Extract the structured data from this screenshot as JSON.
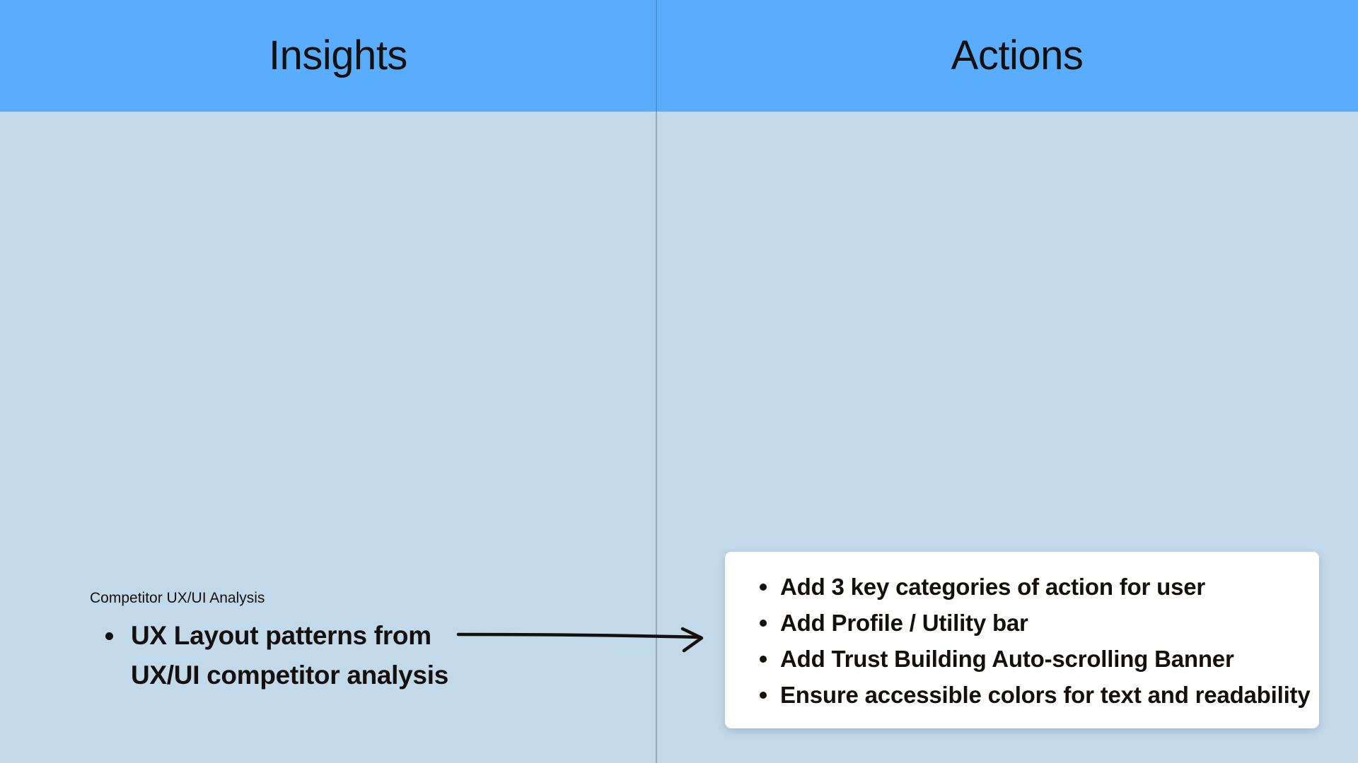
{
  "header": {
    "left_title": "Insights",
    "right_title": "Actions"
  },
  "colors": {
    "header_bg": "#5aacfd",
    "board_bg": "#c1d9e9",
    "divider": "#8fa9bd",
    "card_bg": "#ffffff",
    "text": "#15100d"
  },
  "insights": {
    "label": "Competitor UX/UI Analysis",
    "items": [
      {
        "text": "UX Layout patterns from UX/UI competitor analysis"
      }
    ]
  },
  "connector": {
    "icon": "arrow-right-icon"
  },
  "actions": {
    "items": [
      {
        "text": "Add 3 key categories of action for user"
      },
      {
        "text": "Add Profile / Utility bar"
      },
      {
        "text": "Add Trust Building Auto-scrolling Banner"
      },
      {
        "text": "Ensure accessible colors for text and readability"
      }
    ]
  }
}
